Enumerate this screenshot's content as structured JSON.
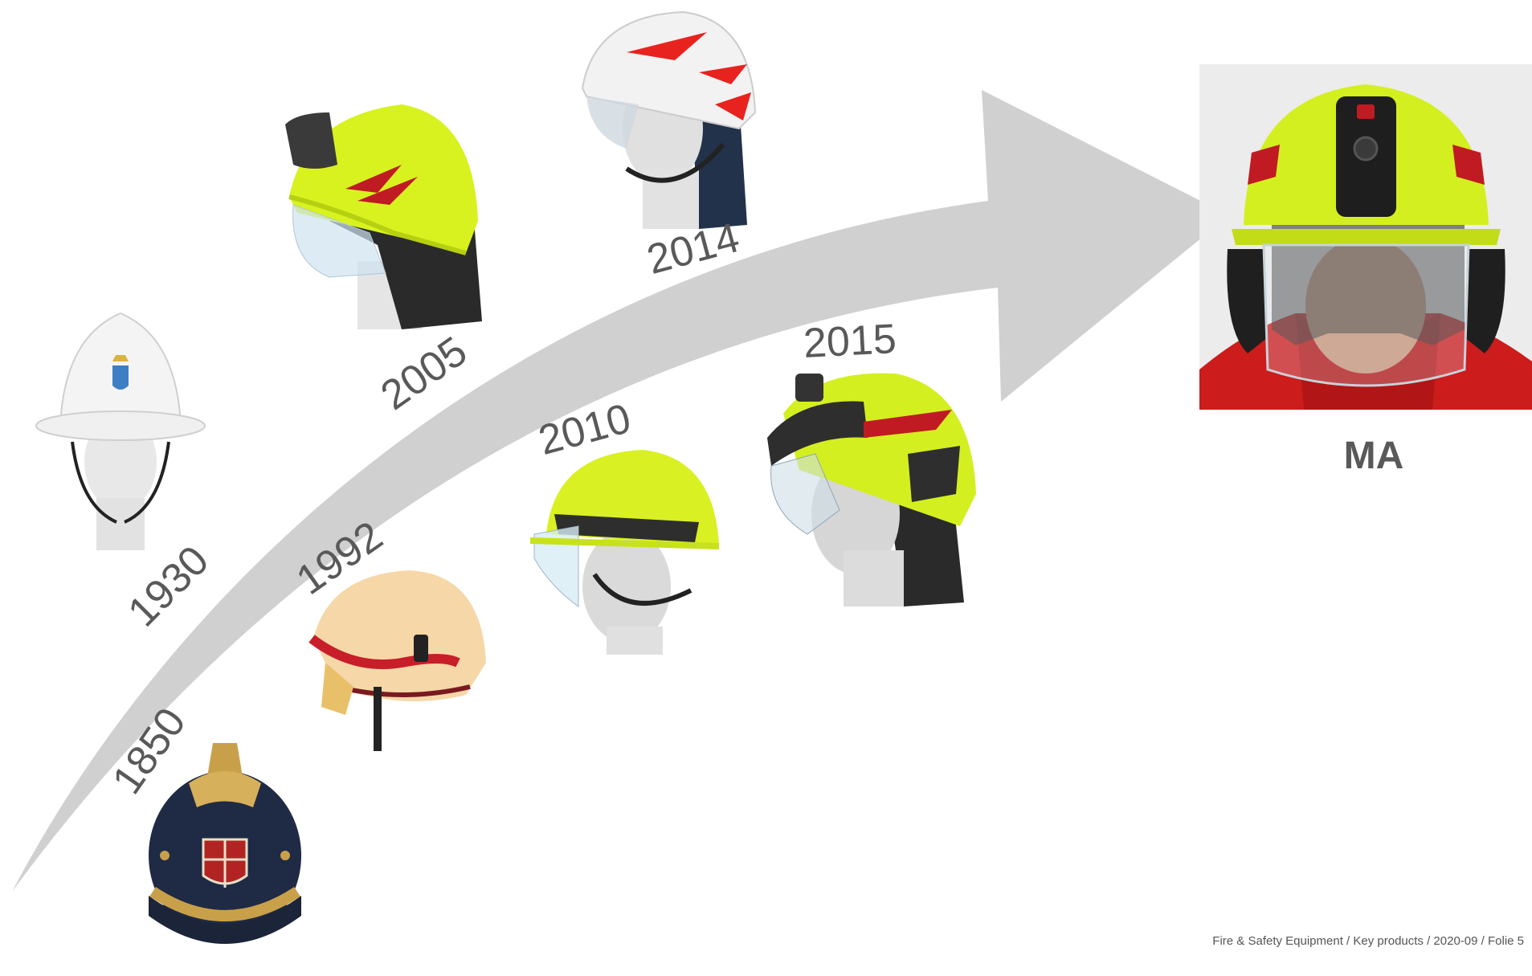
{
  "timeline": {
    "years": {
      "y1850": "1850",
      "y1930": "1930",
      "y1992": "1992",
      "y2005": "2005",
      "y2010": "2010",
      "y2014": "2014",
      "y2015": "2015"
    },
    "arrow_color": "#d0d0d0"
  },
  "future": {
    "label": "MA"
  },
  "footer": {
    "text": "Fire & Safety Equipment / Key products / 2020-09 / Folie 5"
  },
  "colors": {
    "neon_yellow": "#d4ef1f",
    "fire_red": "#d11a1a",
    "navy": "#1f2a44",
    "gold": "#c9a04a",
    "text_gray": "#595959"
  }
}
